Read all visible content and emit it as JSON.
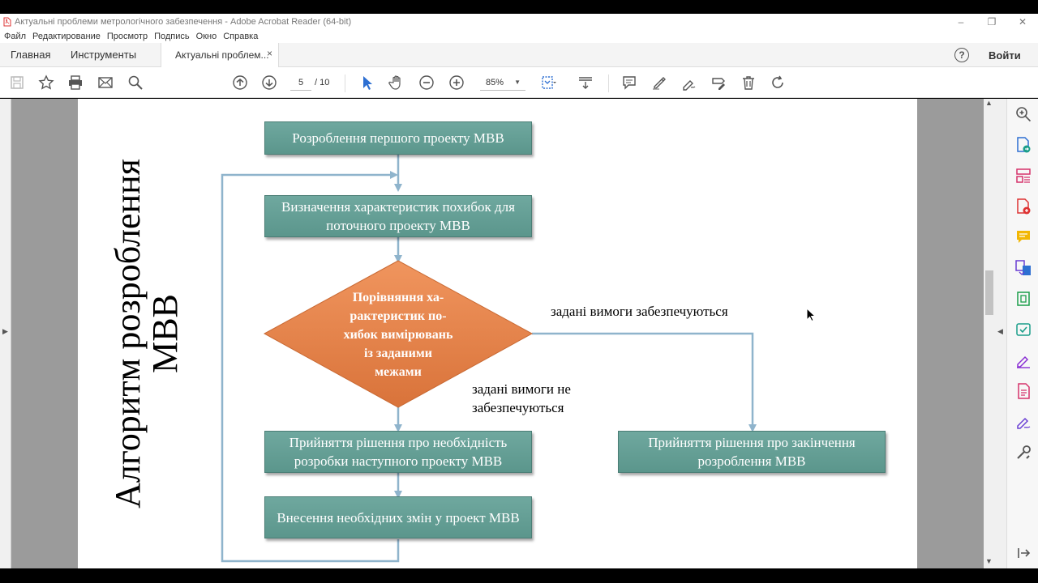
{
  "window": {
    "title": "Актуальні проблеми метрологічного забезпечення - Adobe Acrobat Reader (64-bit)",
    "controls": [
      "–",
      "❐",
      "✕"
    ]
  },
  "menu": [
    "Файл",
    "Редактирование",
    "Просмотр",
    "Подпись",
    "Окно",
    "Справка"
  ],
  "tabs": {
    "home": "Главная",
    "tools": "Инструменты",
    "document": "Актуальні проблем...",
    "close": "×"
  },
  "header": {
    "help": "?",
    "signin": "Войти"
  },
  "toolbar": {
    "current_page": "5",
    "total_pages": "/ 10",
    "zoom": "85%",
    "accent_color": "#2d6fd2"
  },
  "slide": {
    "title_line1": "Алгоритм розроблення",
    "title_line2": "МВВ",
    "box1": "Розроблення першого проекту МВВ",
    "box2": "Визначення характеристик похибок для поточного проекту МВВ",
    "diamond_lines": [
      "Порівняння ха-",
      "рактеристик по-",
      "хибок вимірювань",
      "із заданими",
      "межами"
    ],
    "box3": "Прийняття рішення про необхідність розробки наступного проекту МВВ",
    "box4": "Внесення необхідних змін у проект МВВ",
    "box5": "Прийняття рішення про закінчення розроблення МВВ",
    "label_yes": "задані вимоги забезпечуються",
    "label_no_1": "задані вимоги не",
    "label_no_2": "забезпечуються",
    "colors": {
      "box": "#6fa89f",
      "diamond": "#e8834a",
      "arrow": "#8fb4cc"
    }
  }
}
